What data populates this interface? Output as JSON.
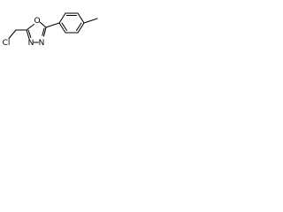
{
  "molecule": {
    "atoms": {
      "chlorine": "Cl",
      "ring_oxygen": "O",
      "ring_nitrogen_left": "N",
      "ring_nitrogen_right": "N"
    }
  }
}
